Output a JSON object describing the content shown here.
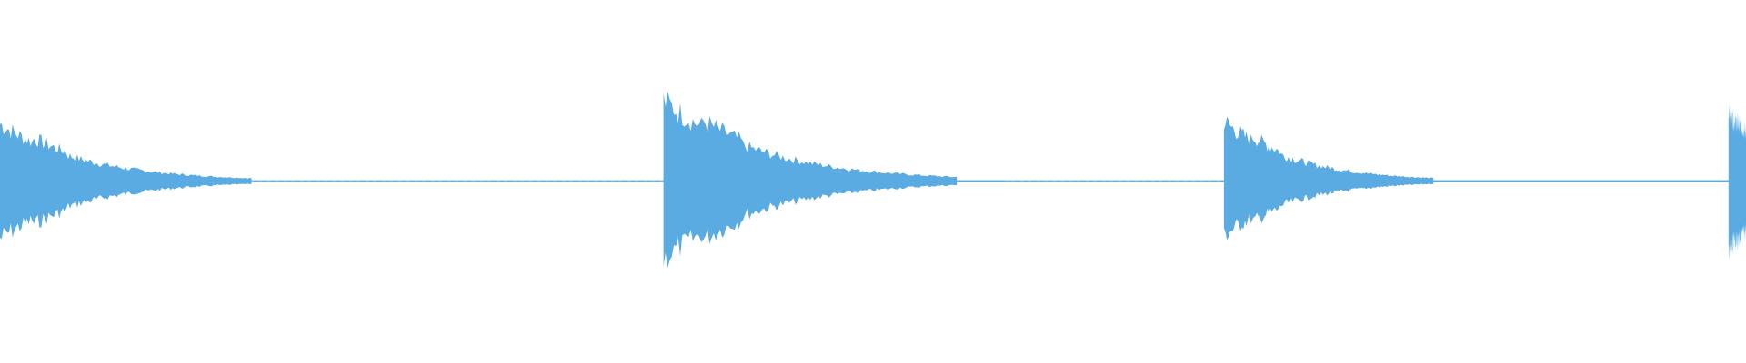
{
  "waveform": {
    "color": "#5aabe1",
    "baseline_amplitude": 0.003,
    "transients": [
      {
        "time_fraction": 0.0,
        "peak_up": 0.44,
        "peak_down": 0.44,
        "decay": 0.012
      },
      {
        "time_fraction": 0.38,
        "peak_up": 0.62,
        "peak_down": 0.6,
        "decay": 0.014
      },
      {
        "time_fraction": 0.701,
        "peak_up": 0.46,
        "peak_down": 0.42,
        "decay": 0.01
      },
      {
        "time_fraction": 0.99,
        "peak_up": 0.52,
        "peak_down": 0.53,
        "decay": 0.008
      }
    ]
  }
}
